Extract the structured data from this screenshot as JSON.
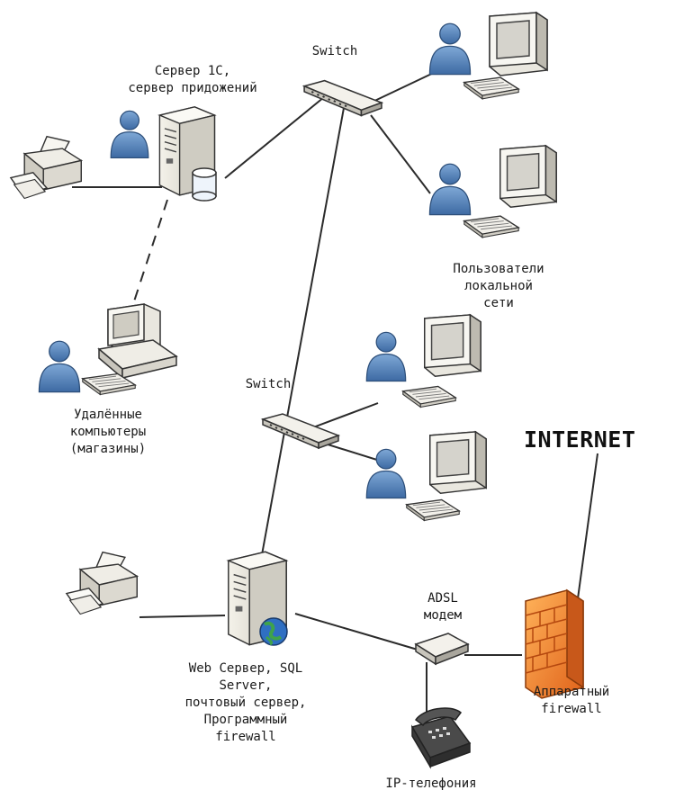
{
  "labels": {
    "switch_top": "Switch",
    "switch_mid": "Switch",
    "server_1c": [
      "Сервер 1С,",
      "сервер придожений"
    ],
    "local_users": [
      "Пользователи",
      "локальной",
      "сети"
    ],
    "remote": [
      "Удалённые",
      "компьютеры",
      "(магазины)"
    ],
    "web_server": [
      "Web Сервер, SQL",
      "Server,",
      "почтовый сервер,",
      "Программный",
      "firewall"
    ],
    "adsl": [
      "ADSL",
      "модем"
    ],
    "firewall": [
      "Аппаратный",
      "firewall"
    ],
    "internet": "INTERNET",
    "ip_phone": "IP-телефония"
  },
  "colors": {
    "user_blue": "#4f7fb6",
    "line": "#2b2b2b",
    "firewall_orange": "#f08a2a"
  }
}
